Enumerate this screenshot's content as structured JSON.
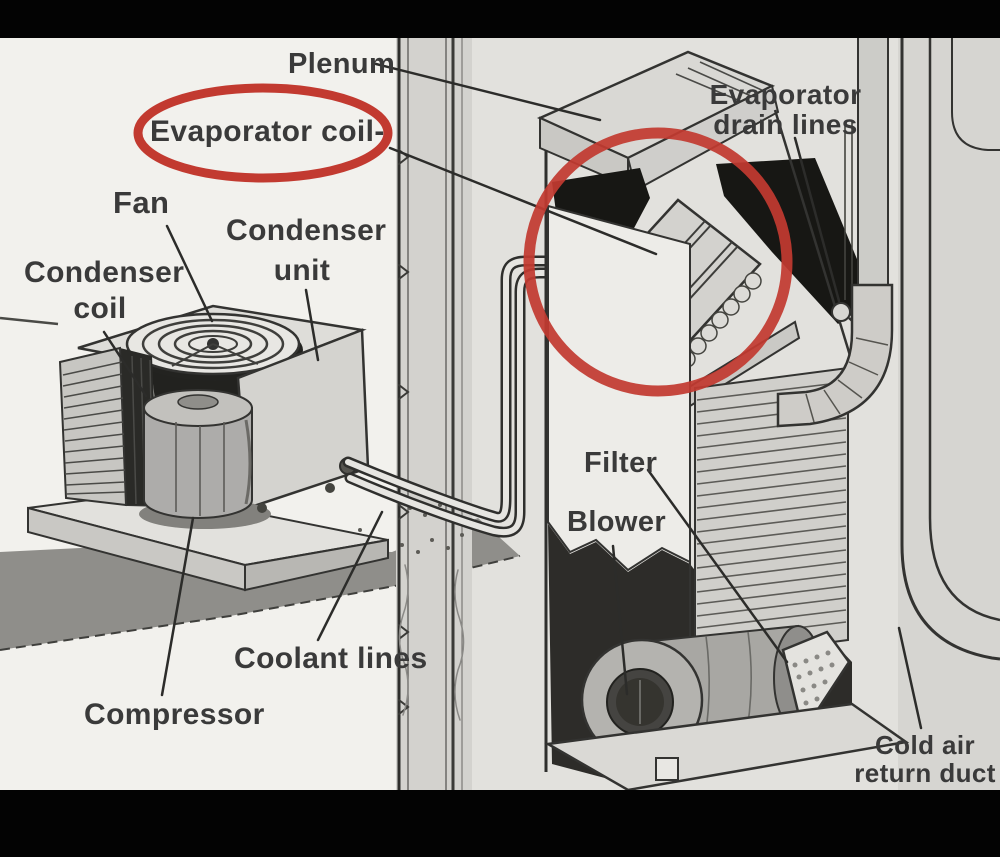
{
  "diagram": {
    "kind": "hvac-central-air-cutaway-illustration",
    "ink_color": "#3a3a3a",
    "paper_color": "#f0efeb",
    "highlight_color": "#c23a30",
    "labels": {
      "plenum": {
        "text": "Plenum"
      },
      "evaporator_coil": {
        "text": "Evaporator coil-"
      },
      "evaporator_drain_lines": {
        "line1": "Evaporator",
        "line2": "drain lines"
      },
      "fan": {
        "text": "Fan"
      },
      "condenser_unit": {
        "line1": "Condenser",
        "line2": "unit"
      },
      "condenser_coil": {
        "line1": "Condenser",
        "line2": "coil"
      },
      "filter": {
        "text": "Filter"
      },
      "blower": {
        "text": "Blower"
      },
      "coolant_lines": {
        "text": "Coolant lines"
      },
      "compressor": {
        "text": "Compressor"
      },
      "cold_air_return_duct": {
        "line1": "Cold air",
        "line2": "return duct"
      }
    }
  }
}
